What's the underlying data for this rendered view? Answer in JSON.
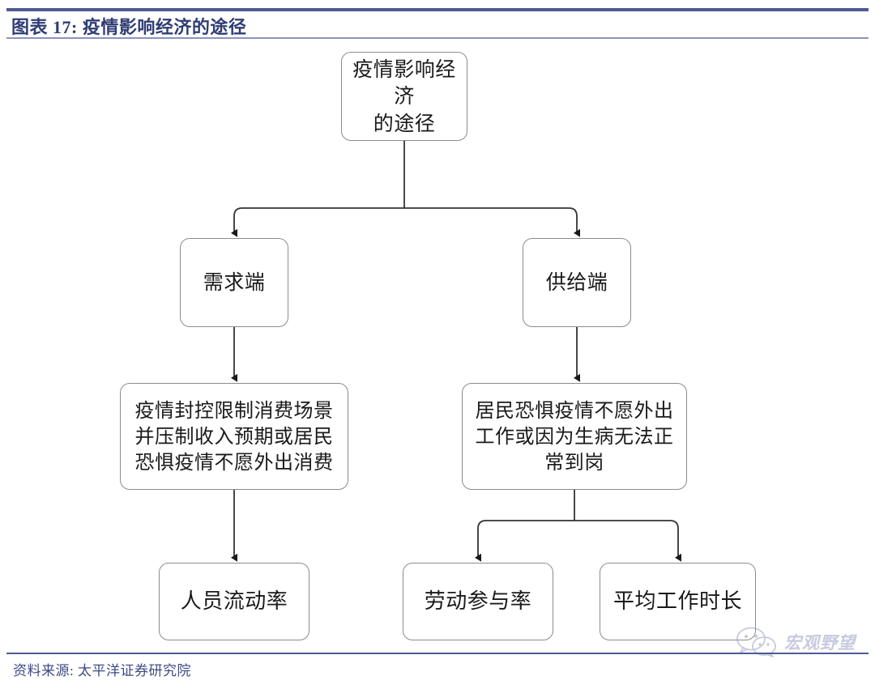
{
  "header": {
    "title": "图表 17: 疫情影响经济的途径",
    "rule_color": "#4f5a94"
  },
  "footer": {
    "source": "资料来源: 太平洋证券研究院",
    "rule_color": "#4f5a94"
  },
  "watermark": {
    "label": "宏观野望",
    "icon": "wechat-icon",
    "color": "#9aa0c4"
  },
  "diagram": {
    "type": "flowchart",
    "node_border_color": "#8c8c8c",
    "edge_color": "#333333",
    "nodes": [
      {
        "id": "root",
        "label": "疫情影响经济\n的途径",
        "level": 0
      },
      {
        "id": "demand",
        "label": "需求端",
        "level": 1
      },
      {
        "id": "supply",
        "label": "供给端",
        "level": 1
      },
      {
        "id": "demand_detail",
        "label": "疫情封控限制消费场景并压制收入预期或居民恐惧疫情不愿外出消费",
        "level": 2
      },
      {
        "id": "supply_detail",
        "label": "居民恐惧疫情不愿外出工作或因为生病无法正常到岗",
        "level": 2
      },
      {
        "id": "mobility",
        "label": "人员流动率",
        "level": 3
      },
      {
        "id": "lfpr",
        "label": "劳动参与率",
        "level": 3
      },
      {
        "id": "hours",
        "label": "平均工作时长",
        "level": 3
      }
    ],
    "edges": [
      {
        "from": "root",
        "to": "demand"
      },
      {
        "from": "root",
        "to": "supply"
      },
      {
        "from": "demand",
        "to": "demand_detail"
      },
      {
        "from": "supply",
        "to": "supply_detail"
      },
      {
        "from": "demand_detail",
        "to": "mobility"
      },
      {
        "from": "supply_detail",
        "to": "lfpr"
      },
      {
        "from": "supply_detail",
        "to": "hours"
      }
    ]
  }
}
